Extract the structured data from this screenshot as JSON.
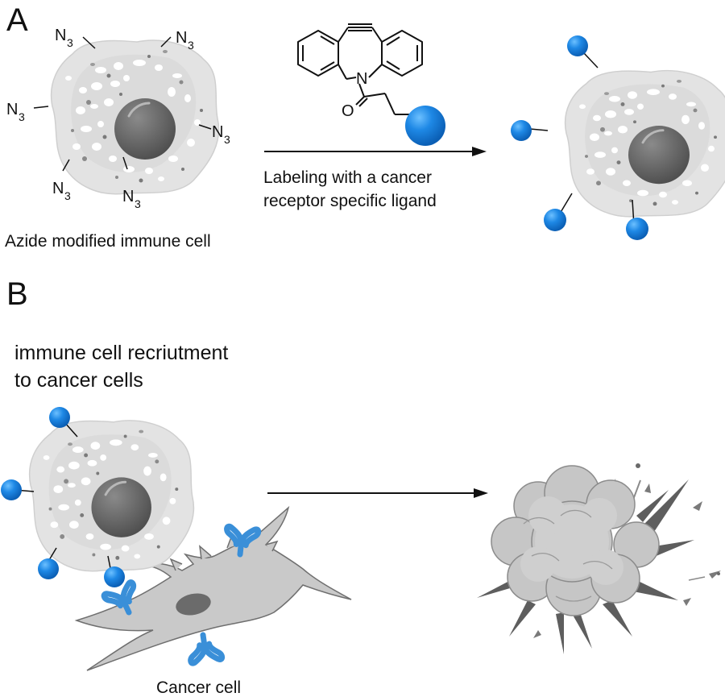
{
  "panel_a": {
    "letter": "A",
    "azide_group": "N",
    "azide_subscript": "3",
    "cell_caption": "Azide modified immune cell",
    "arrow_line1": "Labeling with a cancer",
    "arrow_line2": "receptor specific ligand",
    "amide_nitrogen": "N",
    "carbonyl_oxygen": "O"
  },
  "panel_b": {
    "letter": "B",
    "heading_line1": "immune cell recriutment",
    "heading_line2": "to cancer cells",
    "cancer_cell_caption": "Cancer cell"
  },
  "colors": {
    "ligand_blue": "#1e88e5",
    "receptor_blue": "#3a8fd8",
    "cell_gray": "#e0e0e0",
    "nucleus_gray": "#6b6b6b",
    "cancer_gray": "#c9c9c9"
  }
}
